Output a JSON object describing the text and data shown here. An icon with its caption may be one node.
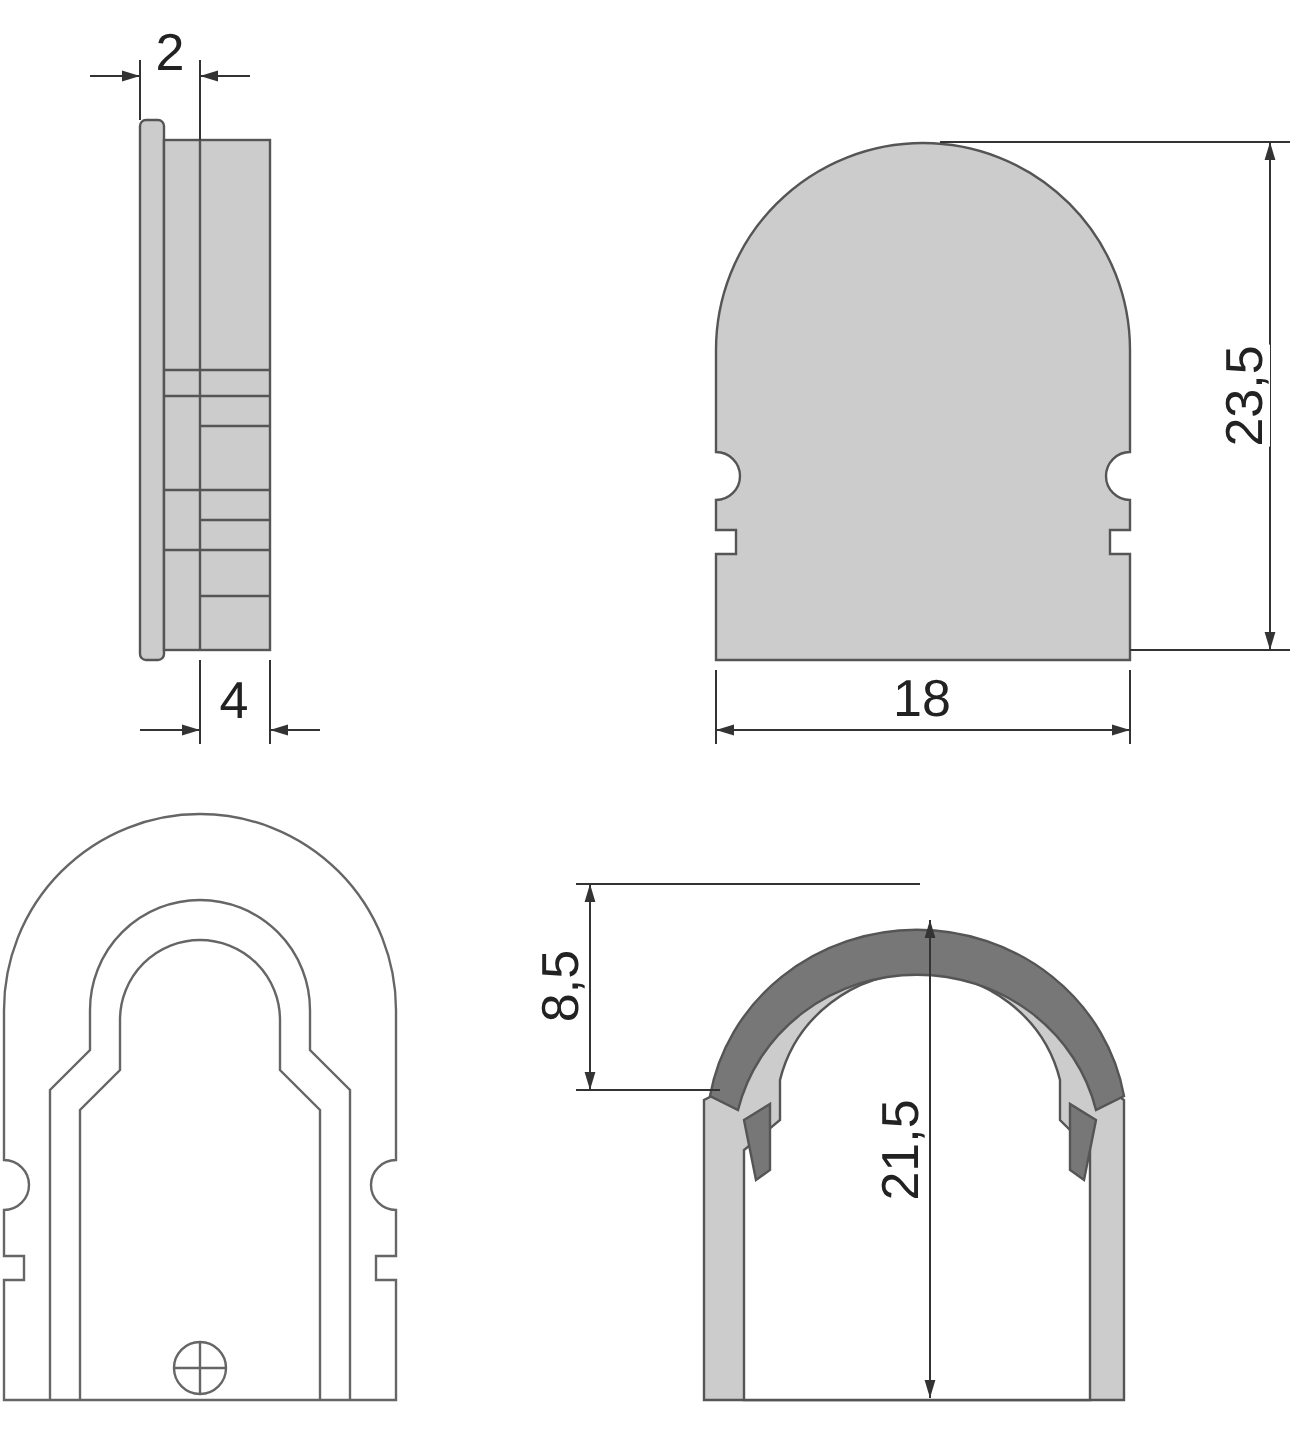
{
  "diagram": {
    "labels": [
      "2",
      "23,5",
      "4",
      "18",
      "8,5",
      "21,5"
    ]
  }
}
